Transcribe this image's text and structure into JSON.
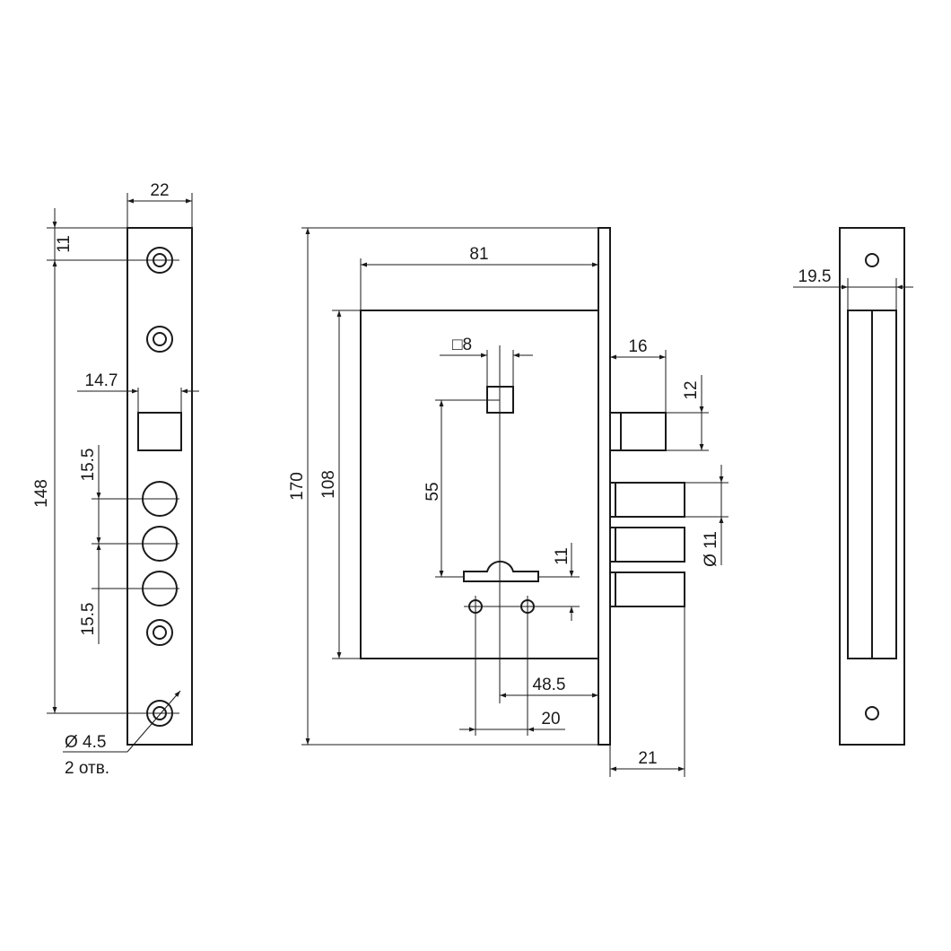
{
  "front_view": {
    "width": "22",
    "top_offset": "11",
    "total_height": "148",
    "latch_width": "14.7",
    "hole_spacing_top": "15.5",
    "hole_spacing_bottom": "15.5",
    "hole_diameter": "Ø 4.5",
    "hole_count": "2 отв."
  },
  "side_view": {
    "total_height": "170",
    "body_width": "81",
    "body_height": "108",
    "spindle_square": "□8",
    "spindle_to_key": "55",
    "key_to_screw": "11",
    "backset": "48.5",
    "screw_spacing": "20",
    "latch_projection": "16",
    "latch_height": "12",
    "bolt_diameter": "Ø 11",
    "bolt_projection": "21"
  },
  "strike_plate": {
    "width": "19.5"
  }
}
